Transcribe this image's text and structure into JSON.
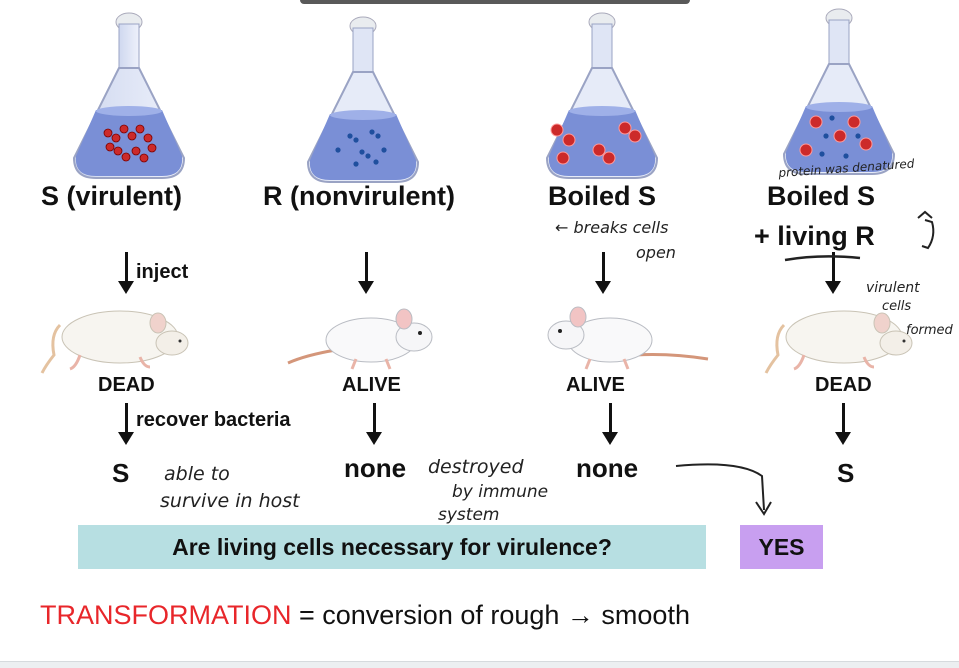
{
  "columns": [
    {
      "label": "S (virulent)",
      "state": "DEAD",
      "result": "S",
      "annotation": "inject"
    },
    {
      "label": "R (nonvirulent)",
      "state": "ALIVE",
      "result": "none"
    },
    {
      "label": "Boiled S",
      "state": "ALIVE",
      "result": "none"
    },
    {
      "label_line1": "Boiled S",
      "label_line2": "+ living R",
      "state": "DEAD",
      "result": "S"
    }
  ],
  "annotations": {
    "inject": "inject",
    "recover": "recover bacteria"
  },
  "handwritten": {
    "able1": "able to",
    "able2": "survive in host",
    "destroyed1": "destroyed",
    "destroyed2": "by immune",
    "destroyed3": "system",
    "breaks1": "← breaks cells",
    "breaks2": "open",
    "protein": "protein was denatured",
    "virulent1": "virulent",
    "virulent2": "cells",
    "virulent3": "formed"
  },
  "question": "Are living cells necessary for virulence?",
  "answer": "YES",
  "definition": {
    "term": "TRANSFORMATION",
    "rest": " = conversion of rough → smooth"
  },
  "colors": {
    "question_bg": "#b7dfe2",
    "answer_bg": "#c89ff0",
    "term_color": "#e8262a",
    "s_cell": "#cc2a2a",
    "r_cell": "#1f4f9e",
    "flask_liquid": "#7a8fd6"
  },
  "icons": [
    "flask-s-icon",
    "flask-r-icon",
    "flask-boiled-s-icon",
    "flask-mixed-icon",
    "dead-mouse-icon",
    "alive-mouse-icon"
  ]
}
